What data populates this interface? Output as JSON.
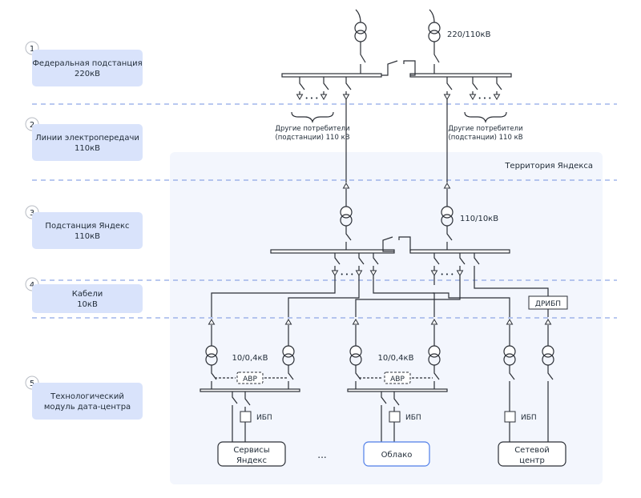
{
  "levels": [
    {
      "num": "1",
      "line1": "Федеральная подстанция",
      "line2": "220кВ"
    },
    {
      "num": "2",
      "line1": "Линии электропередачи",
      "line2": "110кВ"
    },
    {
      "num": "3",
      "line1": "Подстанция Яндекс",
      "line2": "110кВ"
    },
    {
      "num": "4",
      "line1": "Кабели",
      "line2": "10кВ"
    },
    {
      "num": "5",
      "line1": "Технологический",
      "line2": "модуль дата-центра"
    }
  ],
  "territory_label": "Территория Яндекса",
  "transformer_labels": {
    "t220": "220/110кВ",
    "t110": "110/10кВ",
    "t10_left": "10/0,4кВ",
    "t10_mid": "10/0,4кВ"
  },
  "other_consumers": {
    "line1": "Другие потребители",
    "line2": "(подстанции) 110 кВ"
  },
  "avr": "АВР",
  "ups": "ИБП",
  "dribp": "ДРИБП",
  "ellipsis": "• • •",
  "ellipsis_bottom": "...",
  "loads": [
    {
      "line1": "Сервисы",
      "line2": "Яндекс"
    },
    {
      "line1": "Облако",
      "line2": ""
    },
    {
      "line1": "Сетевой",
      "line2": "центр"
    }
  ],
  "colors": {
    "level_box": "#d9e3fb",
    "territory": "#f3f6fd",
    "dash": "#8fa6e6",
    "cloud_border": "#4f7ee8"
  }
}
